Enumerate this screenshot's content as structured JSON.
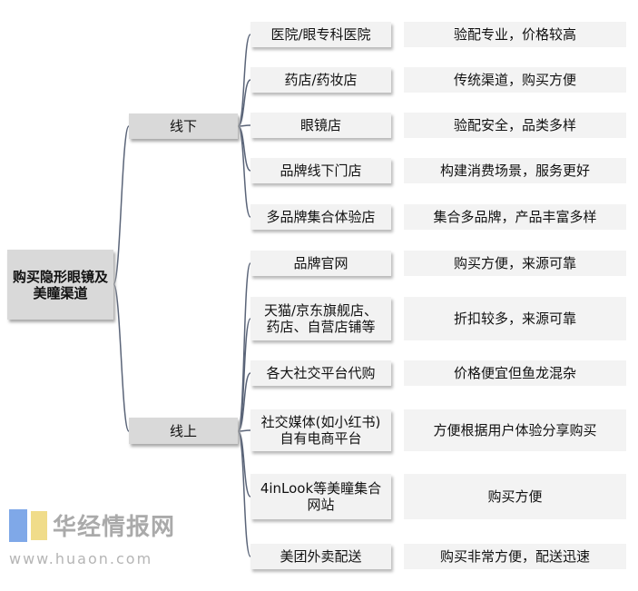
{
  "root": "购买隐形眼镜及美瞳渠道",
  "offline": {
    "label": "线下",
    "items": [
      {
        "channel": "医院/眼专科医院",
        "desc": "验配专业，价格较高"
      },
      {
        "channel": "药店/药妆店",
        "desc": "传统渠道，购买方便"
      },
      {
        "channel": "眼镜店",
        "desc": "验配安全，品类多样"
      },
      {
        "channel": "品牌线下门店",
        "desc": "构建消费场景，服务更好"
      },
      {
        "channel": "多品牌集合体验店",
        "desc": "集合多品牌，产品丰富多样"
      }
    ]
  },
  "online": {
    "label": "线上",
    "items": [
      {
        "channel": "品牌官网",
        "desc": "购买方便，来源可靠"
      },
      {
        "channel": "天猫/京东旗舰店、药店、自营店铺等",
        "desc": "折扣较多，来源可靠"
      },
      {
        "channel": "各大社交平台代购",
        "desc": "价格便宜但鱼龙混杂"
      },
      {
        "channel": "社交媒体(如小红书)自有电商平台",
        "desc": "方便根据用户体验分享购买"
      },
      {
        "channel": "4inLook等美瞳集合网站",
        "desc": "购买方便"
      },
      {
        "channel": "美团外卖配送",
        "desc": "购买非常方便，配送迅速"
      }
    ]
  },
  "watermark": {
    "text": "华经情报网",
    "url": "www.huaon.com"
  }
}
